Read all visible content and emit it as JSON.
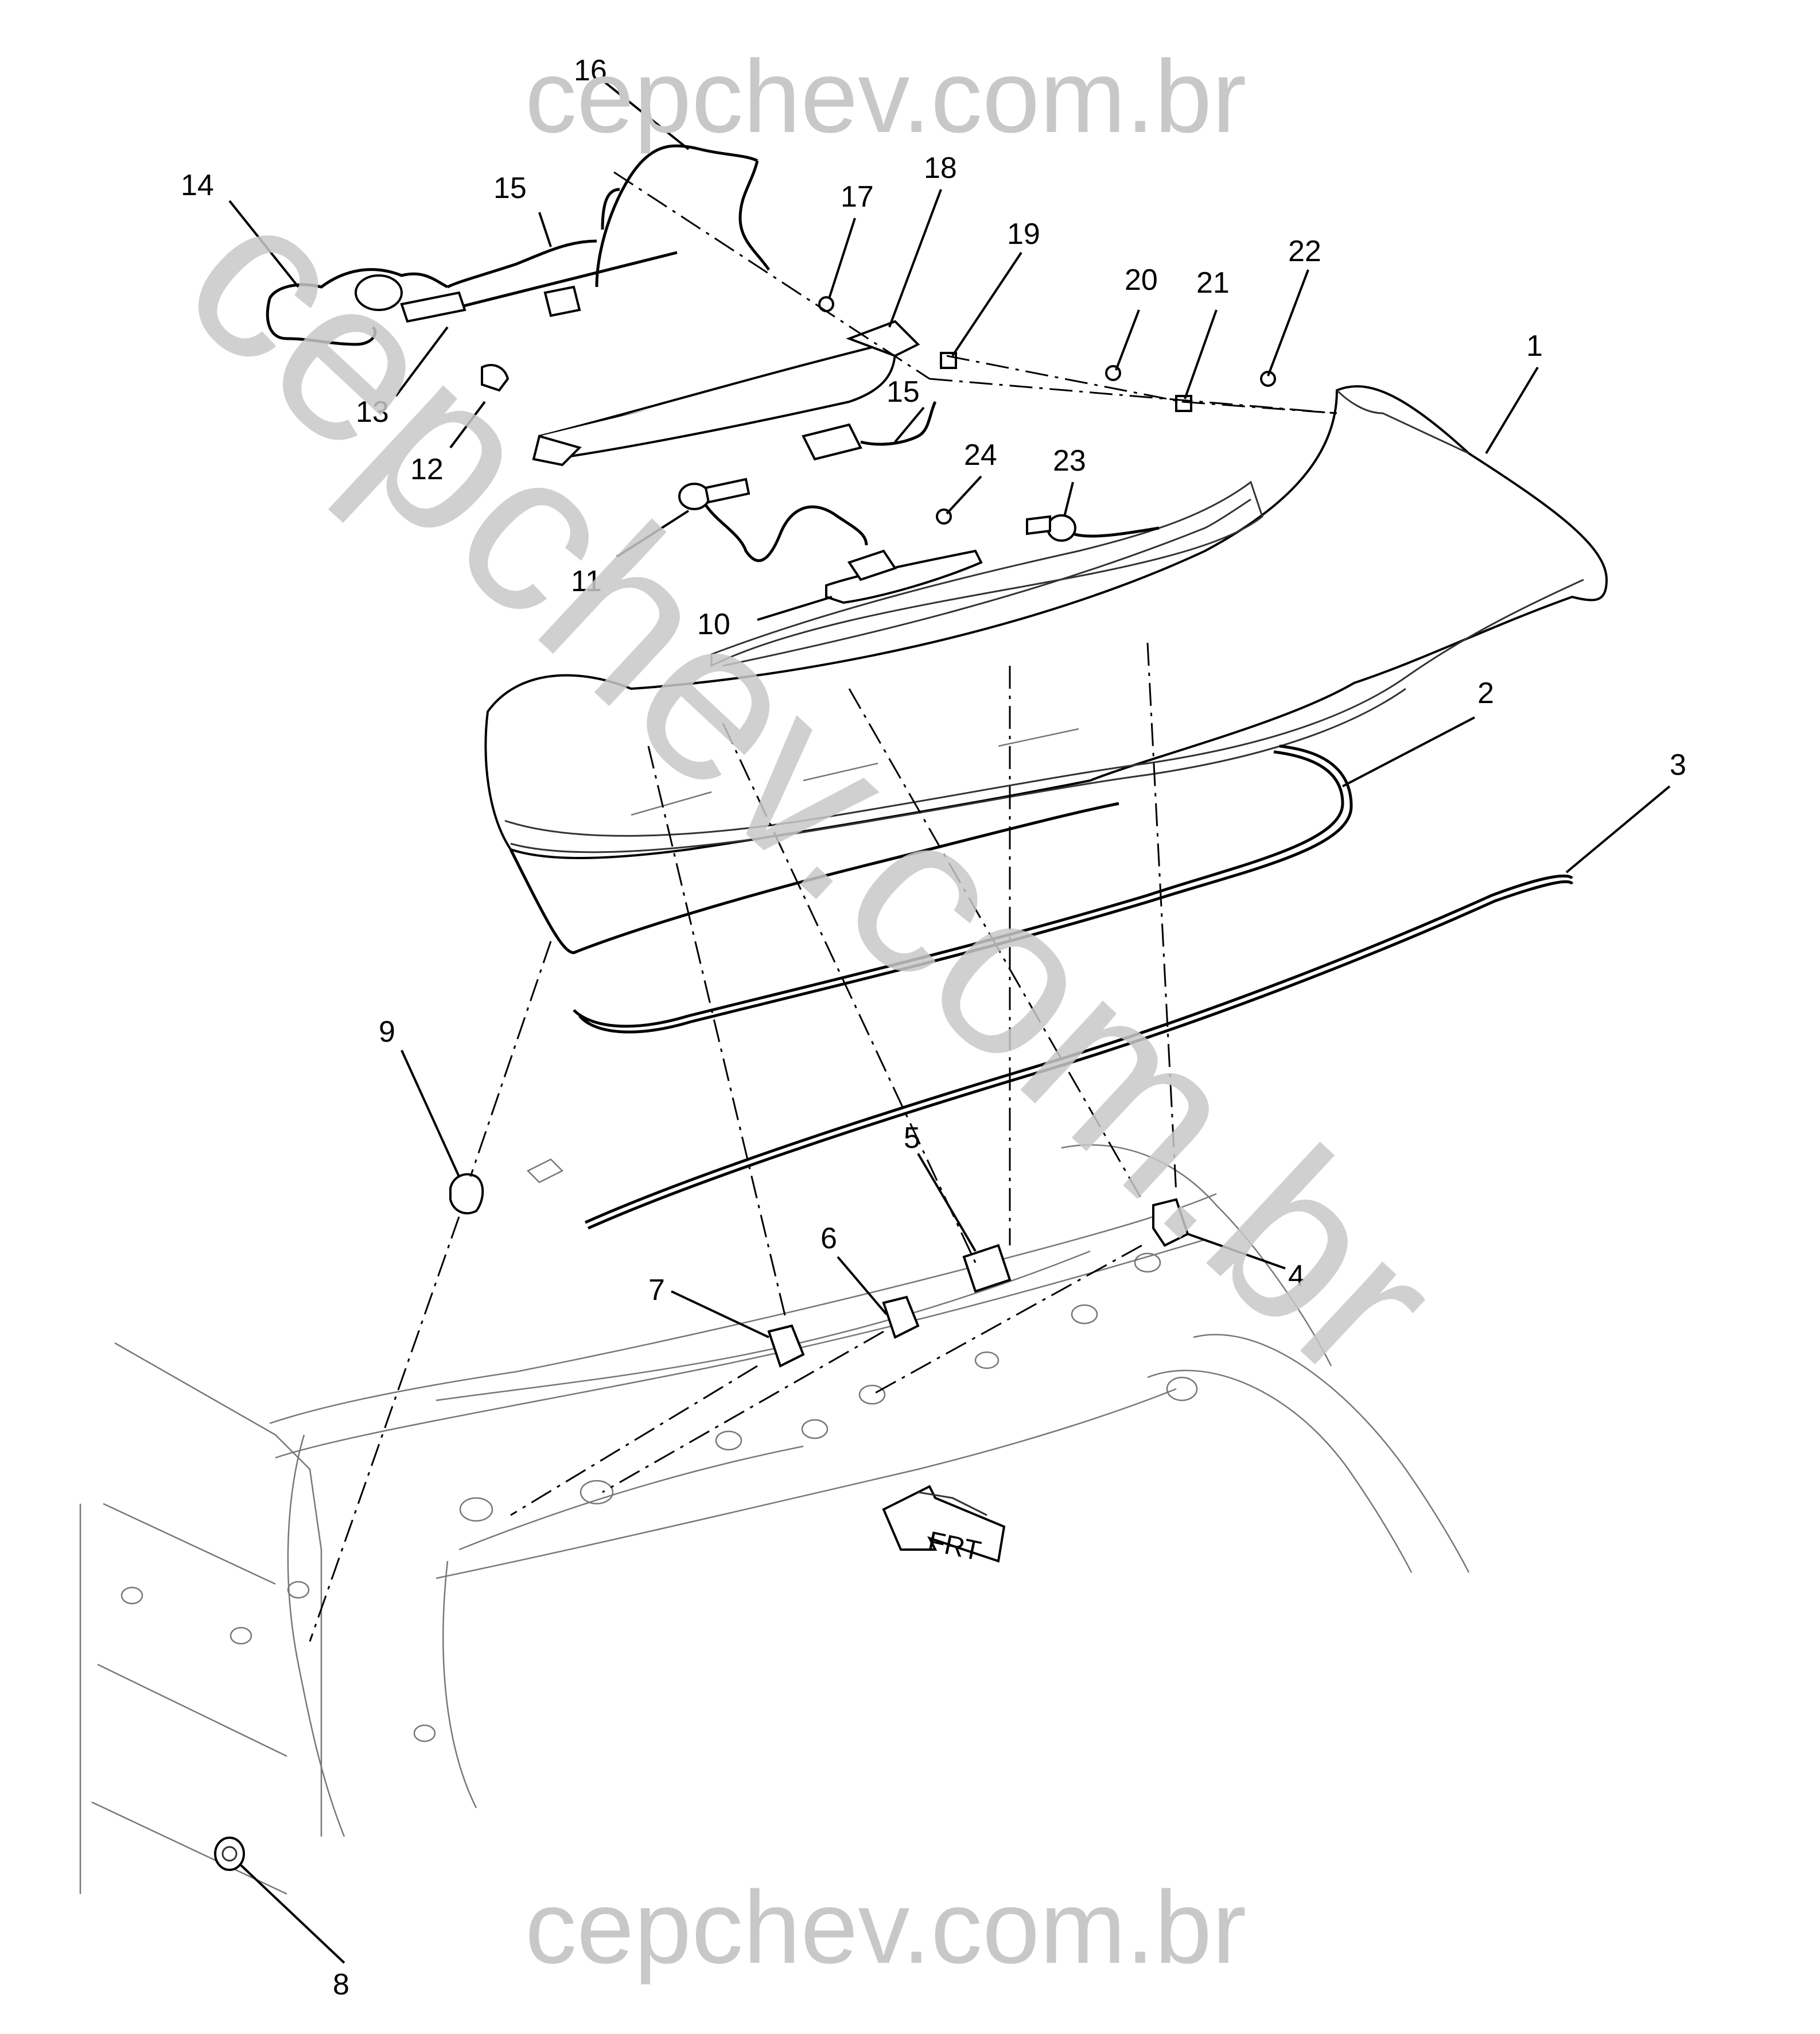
{
  "watermark": {
    "top": "cepchev.com.br",
    "bottom": "cepchev.com.br",
    "diagonal": "cepchev.com.br"
  },
  "direction_arrow": {
    "label": "FRT"
  },
  "callouts": [
    "1",
    "2",
    "3",
    "4",
    "5",
    "6",
    "7",
    "8",
    "9",
    "10",
    "11",
    "12",
    "13",
    "14",
    "15",
    "15",
    "16",
    "17",
    "18",
    "19",
    "20",
    "21",
    "22",
    "23",
    "24"
  ]
}
